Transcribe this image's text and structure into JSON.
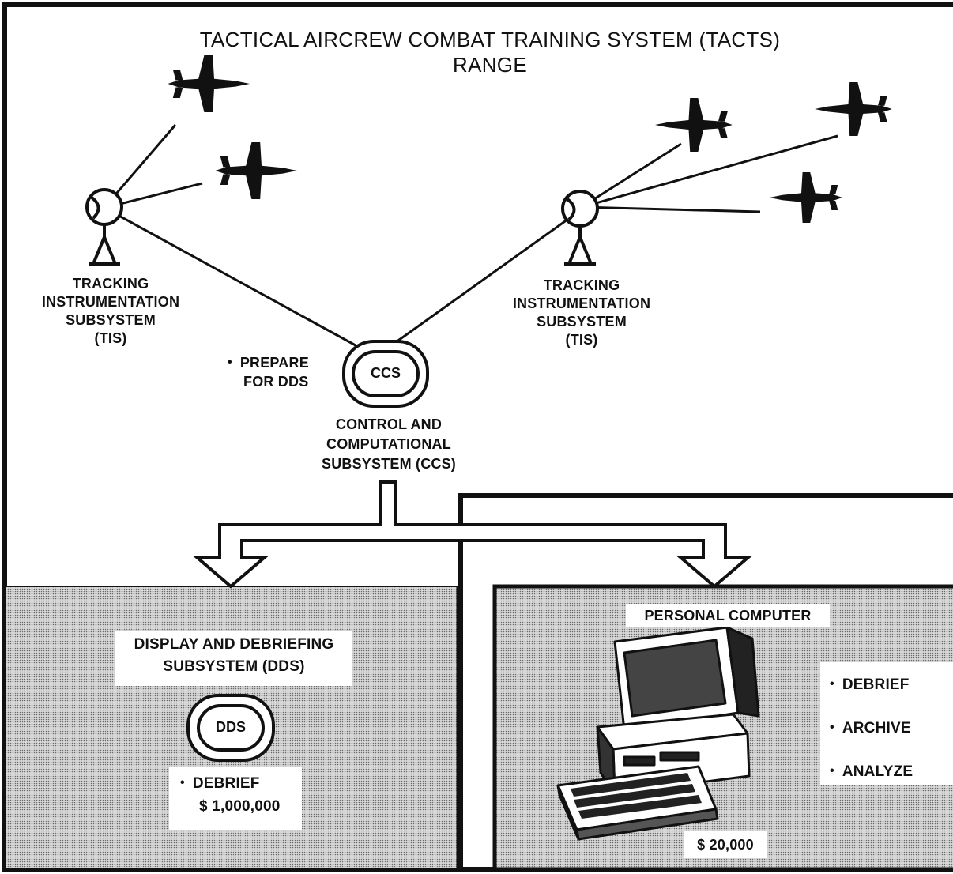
{
  "title": {
    "line1": "TACTICAL AIRCREW COMBAT TRAINING SYSTEM (TACTS)",
    "line2": "RANGE"
  },
  "tis_left": {
    "lines": [
      "TRACKING",
      "INSTRUMENTATION",
      "SUBSYSTEM",
      "(TIS)"
    ]
  },
  "tis_right": {
    "lines": [
      "TRACKING",
      "INSTRUMENTATION",
      "SUBSYSTEM",
      "(TIS)"
    ]
  },
  "ccs": {
    "node_label": "CCS",
    "task_lines": [
      "PREPARE",
      "FOR DDS"
    ],
    "name_lines": [
      "CONTROL AND",
      "COMPUTATIONAL",
      "SUBSYSTEM (CCS)"
    ]
  },
  "dds": {
    "title_lines": [
      "DISPLAY AND DEBRIEFING",
      "SUBSYSTEM (DDS)"
    ],
    "node_label": "DDS",
    "task": "DEBRIEF",
    "cost": "$ 1,000,000"
  },
  "pc": {
    "title": "PERSONAL COMPUTER",
    "tasks": [
      "DEBRIEF",
      "ARCHIVE",
      "ANALYZE"
    ],
    "cost": "$ 20,000"
  },
  "icons": [
    "aircraft-icon",
    "tracking-antenna-icon",
    "computer-icon",
    "arrow-down-icon"
  ],
  "colors": {
    "ink": "#111111",
    "panel": "#d8d8d8",
    "background": "#ffffff"
  }
}
